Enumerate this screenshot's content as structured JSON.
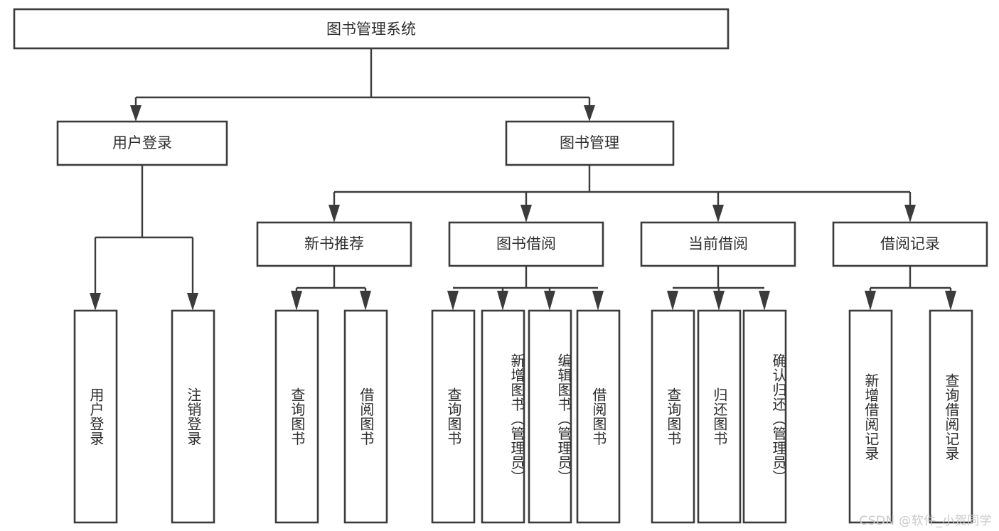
{
  "diagram": {
    "title": "图书管理系统",
    "type": "tree",
    "orientation": "top-down",
    "background_color": "#ffffff",
    "box_stroke_color": "#3b3b3b",
    "text_color": "#2e2e2e",
    "watermark": "CSDN @软件_小贺同学",
    "nodes": {
      "root": {
        "label": "图书管理系统",
        "level": 0,
        "orientation": "horizontal"
      },
      "level1": [
        {
          "id": "user-login",
          "label": "用户登录",
          "orientation": "horizontal"
        },
        {
          "id": "book-manage",
          "label": "图书管理",
          "orientation": "horizontal"
        }
      ],
      "level2": [
        {
          "id": "new-book-recommend",
          "label": "新书推荐",
          "orientation": "horizontal",
          "parent": "book-manage"
        },
        {
          "id": "book-borrow",
          "label": "图书借阅",
          "orientation": "horizontal",
          "parent": "book-manage"
        },
        {
          "id": "current-borrow",
          "label": "当前借阅",
          "orientation": "horizontal",
          "parent": "book-manage"
        },
        {
          "id": "borrow-record",
          "label": "借阅记录",
          "orientation": "horizontal",
          "parent": "book-manage"
        }
      ],
      "leaves": [
        {
          "id": "leaf-user-login",
          "label": "用户登录",
          "orientation": "vertical",
          "parent": "user-login"
        },
        {
          "id": "leaf-logout-login",
          "label": "注销登录",
          "orientation": "vertical",
          "parent": "user-login"
        },
        {
          "id": "leaf-query-book-1",
          "label": "查询图书",
          "orientation": "vertical",
          "parent": "new-book-recommend"
        },
        {
          "id": "leaf-borrow-book-1",
          "label": "借阅图书",
          "orientation": "vertical",
          "parent": "new-book-recommend"
        },
        {
          "id": "leaf-query-book-2",
          "label": "查询图书",
          "orientation": "vertical",
          "parent": "book-borrow"
        },
        {
          "id": "leaf-add-book",
          "label": "新增图书（管理员）",
          "orientation": "vertical",
          "parent": "book-borrow"
        },
        {
          "id": "leaf-edit-book",
          "label": "编辑图书（管理员）",
          "orientation": "vertical",
          "parent": "book-borrow"
        },
        {
          "id": "leaf-borrow-book-2",
          "label": "借阅图书",
          "orientation": "vertical",
          "parent": "book-borrow"
        },
        {
          "id": "leaf-query-book-3",
          "label": "查询图书",
          "orientation": "vertical",
          "parent": "current-borrow"
        },
        {
          "id": "leaf-return-book",
          "label": "归还图书",
          "orientation": "vertical",
          "parent": "current-borrow"
        },
        {
          "id": "leaf-confirm-return",
          "label": "确认归还（管理员）",
          "orientation": "vertical",
          "parent": "current-borrow"
        },
        {
          "id": "leaf-add-record",
          "label": "新增借阅记录",
          "orientation": "vertical",
          "parent": "borrow-record"
        },
        {
          "id": "leaf-query-record",
          "label": "查询借阅记录",
          "orientation": "vertical",
          "parent": "borrow-record"
        }
      ]
    }
  }
}
